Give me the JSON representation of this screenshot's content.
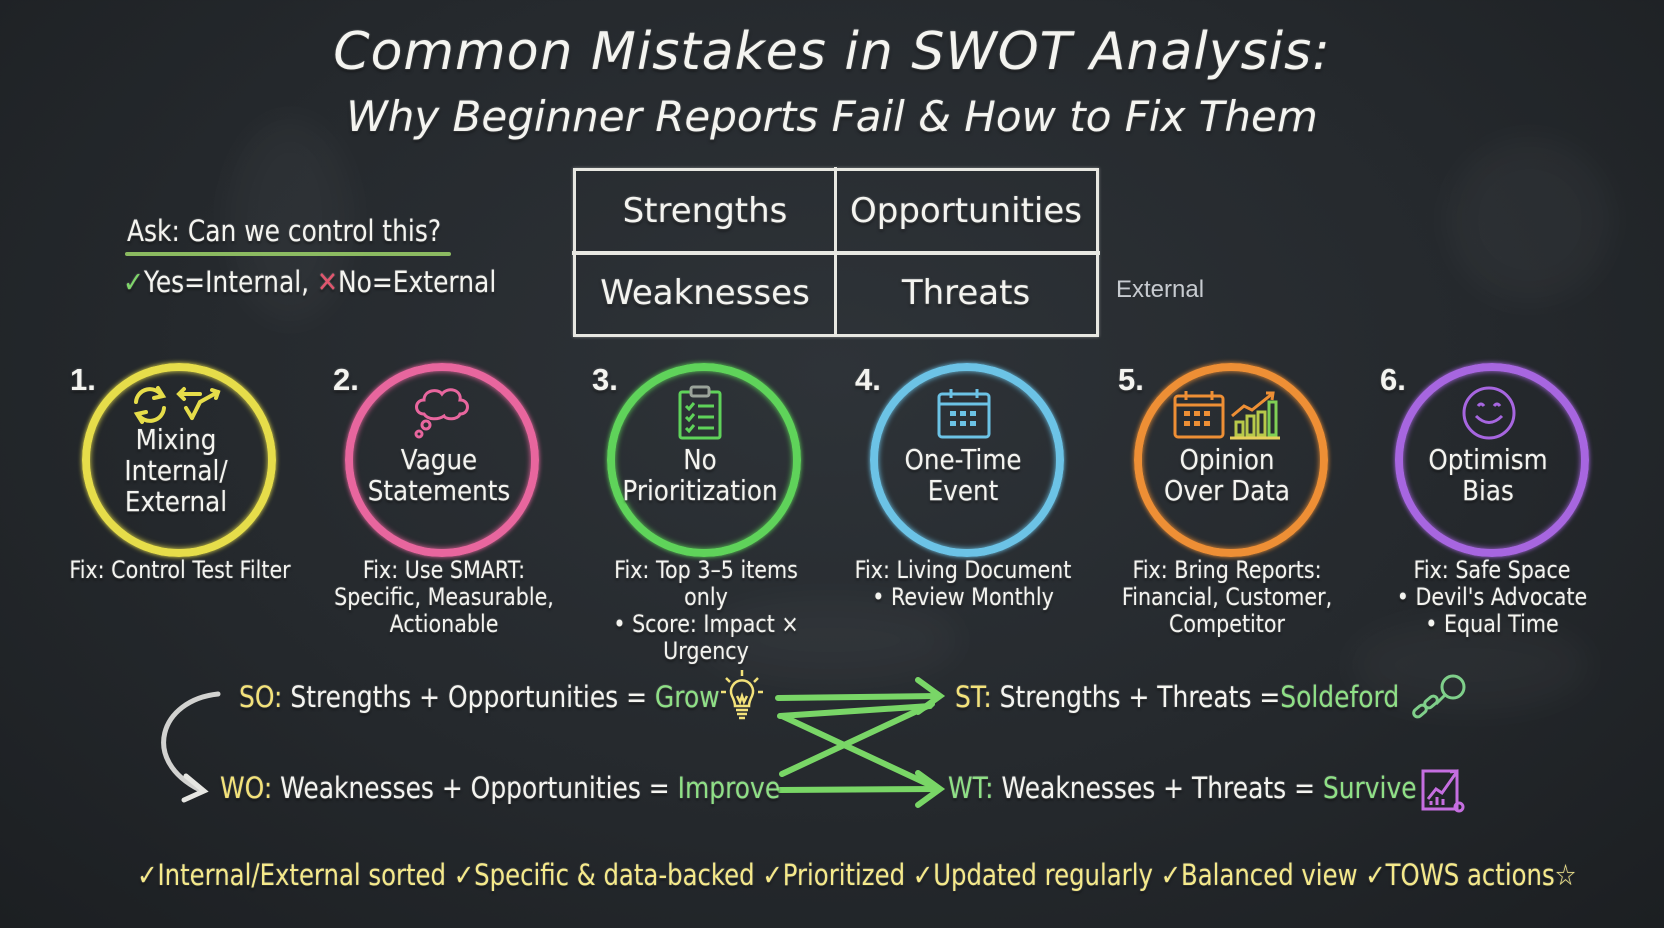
{
  "title": {
    "line1": "Common Mistakes in SWOT Analysis:",
    "line2": "Why Beginner Reports Fail & How to Fix Them"
  },
  "control_test": {
    "question": "Ask: Can we control this?",
    "yes_icon": "check-icon",
    "yes_text": "Yes=Internal,",
    "no_icon": "cross-icon",
    "no_text": "No=External"
  },
  "swot_grid": {
    "cells": [
      "Strengths",
      "Opportunities",
      "Weaknesses",
      "Threats"
    ],
    "side_label": "External"
  },
  "mistakes": [
    {
      "number": "1.",
      "title_lines": [
        "Mixing",
        "Internal/",
        "External"
      ],
      "icon": "cycle-arrows-icon",
      "color": "#e6dd4a",
      "fix_lines": [
        "Fix: Control Test Filter"
      ]
    },
    {
      "number": "2.",
      "title_lines": [
        "Vague",
        "Statements"
      ],
      "icon": "thought-cloud-icon",
      "color": "#e8669e",
      "fix_lines": [
        "Fix: Use SMART:",
        "Specific, Measurable,",
        "Actionable"
      ]
    },
    {
      "number": "3.",
      "title_lines": [
        "No",
        "Prioritization"
      ],
      "icon": "clipboard-checklist-icon",
      "color": "#5fd35a",
      "fix_lines": [
        "Fix: Top 3–5 items only",
        "• Score: Impact × Urgency"
      ]
    },
    {
      "number": "4.",
      "title_lines": [
        "One-Time",
        "Event"
      ],
      "icon": "calendar-icon",
      "color": "#6cc3e6",
      "fix_lines": [
        "Fix: Living Document",
        "• Review Monthly"
      ]
    },
    {
      "number": "5.",
      "title_lines": [
        "Opinion",
        "Over Data"
      ],
      "icon": "calendar-chart-icon",
      "color": "#ee8f35",
      "fix_lines": [
        "Fix: Bring Reports:",
        "Financial, Customer,",
        "Competitor"
      ]
    },
    {
      "number": "6.",
      "title_lines": [
        "Optimism",
        "Bias"
      ],
      "icon": "smiley-icon",
      "color": "#a766e0",
      "fix_lines": [
        "Fix: Safe Space",
        "• Devil's Advocate",
        "• Equal Time"
      ]
    }
  ],
  "tows": {
    "so": {
      "code": "SO:",
      "text": "Strengths + Opportunities =",
      "result": "Grow",
      "icon": "lightbulb-icon"
    },
    "st": {
      "code": "ST:",
      "text": "Strengths + Threats =",
      "result": "Soldeford",
      "icon": "link-magnifier-icon"
    },
    "wo": {
      "code": "WO:",
      "text": "Weaknesses + Opportunities =",
      "result": "Improve"
    },
    "wt": {
      "code": "WT:",
      "text": "Weaknesses + Threats =",
      "result": "Survive",
      "icon": "chart-growth-icon"
    }
  },
  "checklist": {
    "text": "✓Internal/External sorted ✓Specific & data-backed ✓Prioritized ✓Updated regularly ✓Balanced view ✓TOWS actions☆"
  },
  "colors": {
    "board": "#26292d",
    "chalk_white": "#f4f4f0",
    "chalk_yellow": "#f3e27a",
    "chalk_green": "#8fe086"
  }
}
